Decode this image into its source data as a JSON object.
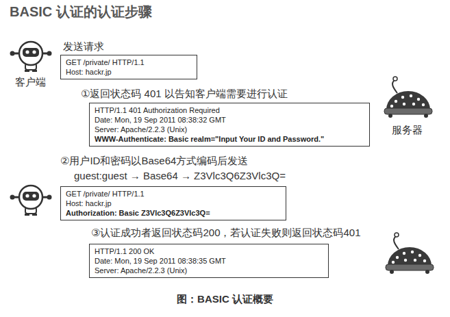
{
  "diagram": {
    "title": "BASIC 认证的认证步骤",
    "caption": "图：BASIC 认证概要",
    "nodes": [
      {
        "text": [
          "GET /private/ HTTP/1.1",
          "Host: hackr.jp"
        ]
      },
      {
        "text": [
          "HTTP/1.1 401 Authorization Required",
          "Date: Mon, 19 Sep 2011 08:38:32 GMT",
          "Server: Apache/2.2.3 (Unix)",
          "WWW-Authenticate: Basic realm=\"Input Your ID and Password.\""
        ]
      },
      {
        "text": [
          "GET /private/ HTTP/1.1",
          "Host: hackr.jp",
          "Authorization: Basic Z3Vlc3Q6Z3Vlc3Q="
        ]
      },
      {
        "text": [
          "HTTP/1.1 200 OK",
          "Date: Mon, 19 Sep 2011 08:38:35 GMT",
          "Server: Apache/2.2.3 (Unix)"
        ]
      }
    ],
    "labels": [
      "发送请求",
      "客户端",
      "①返回状态码 401 以告知客户端需要进行认证",
      "服务器",
      "②用户ID和密码以Base64方式编码后发送",
      "guest:guest → Base64 → Z3Vlc3Q6Z3Vlc3Q=",
      "③认证成功者返回状态码200，若认证失败则返回状态码401"
    ]
  }
}
